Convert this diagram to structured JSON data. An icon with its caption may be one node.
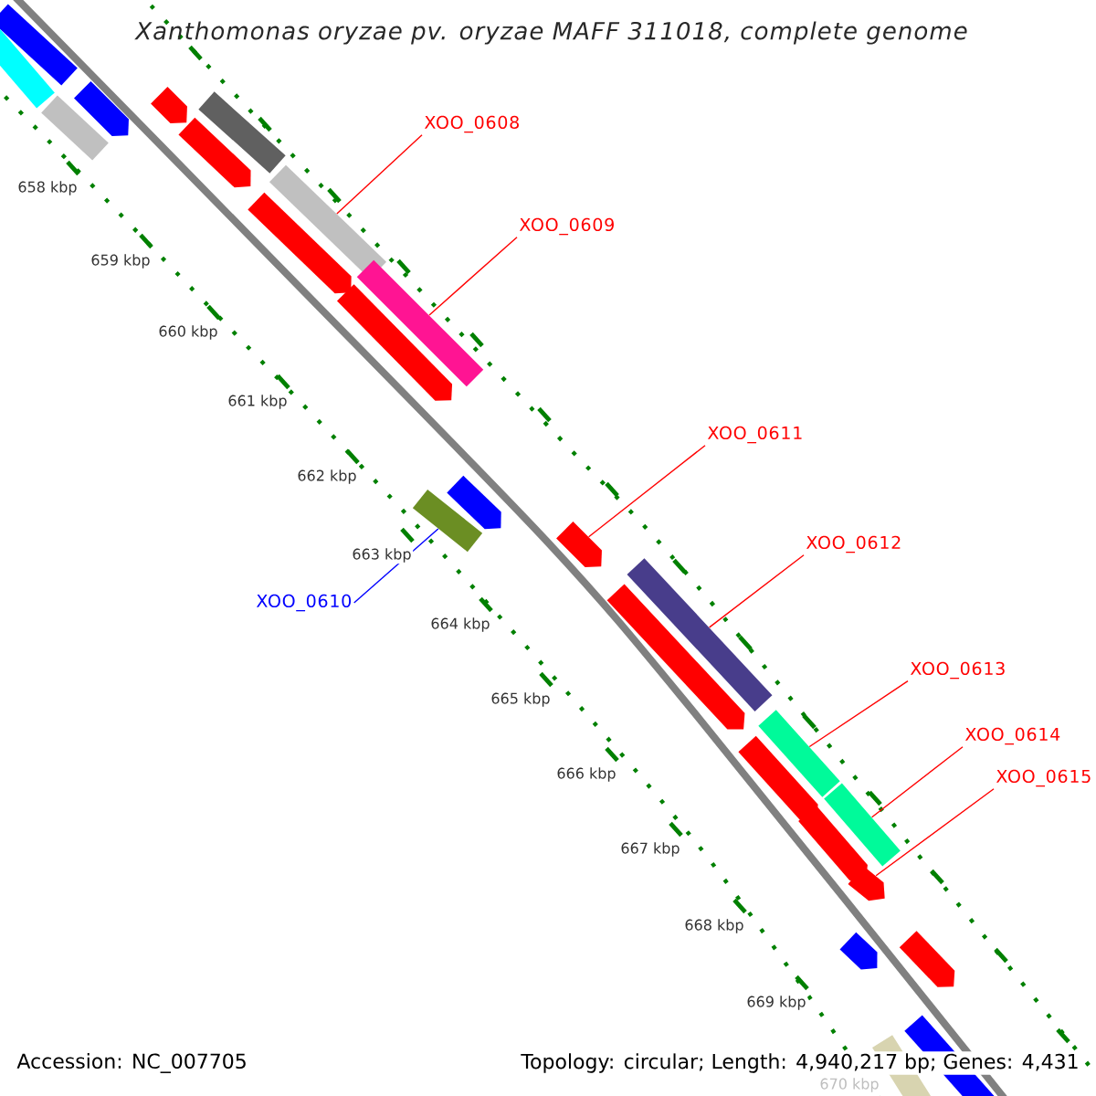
{
  "diagram": {
    "title": "Xanthomonas oryzae pv. oryzae MAFF 311018, complete genome",
    "nodes": [
      {
        "text": [
          "XOO_0608"
        ]
      },
      {
        "text": [
          "XOO_0609"
        ]
      },
      {
        "text": [
          "XOO_0611"
        ]
      },
      {
        "text": [
          "XOO_0612"
        ]
      },
      {
        "text": [
          "XOO_0610"
        ]
      },
      {
        "text": [
          "XOO_0613"
        ]
      },
      {
        "text": [
          "XOO_0614"
        ]
      },
      {
        "text": [
          "XOO_0615"
        ]
      },
      {
        "text": [],
        "shape": "bar"
      },
      {
        "text": [],
        "shape": "bar"
      },
      {
        "text": [],
        "shape": "bar"
      },
      {
        "text": [],
        "shape": "bar"
      },
      {
        "text": [],
        "shape": "bar"
      },
      {
        "text": [],
        "shape": "bar"
      },
      {
        "text": [],
        "shape": "bar"
      },
      {
        "text": [],
        "shape": "bar"
      },
      {
        "text": [],
        "shape": "bar"
      },
      {
        "text": [],
        "shape": "bar"
      },
      {
        "text": [],
        "shape": "bar"
      },
      {
        "text": [],
        "shape": "bar"
      },
      {
        "text": [],
        "shape": "bar"
      },
      {
        "text": [],
        "shape": "bar"
      },
      {
        "text": [],
        "shape": "bar"
      },
      {
        "text": [],
        "shape": "bar"
      },
      {
        "text": [],
        "shape": "bar"
      },
      {
        "text": [],
        "shape": "bar"
      },
      {
        "text": [],
        "shape": "bar"
      },
      {
        "text": [],
        "shape": "bar"
      },
      {
        "text": [],
        "shape": "bar"
      },
      {
        "text": [],
        "shape": "bar"
      },
      {
        "text": [],
        "shape": "bar"
      },
      {
        "text": [],
        "shape": "bar"
      },
      {
        "text": [],
        "shape": "bar"
      }
    ],
    "edges": [
      {
        "from": 0,
        "to": 15,
        "arrow": "none"
      },
      {
        "from": 1,
        "to": 17,
        "arrow": "none"
      },
      {
        "from": 2,
        "to": 21,
        "arrow": "none"
      },
      {
        "from": 3,
        "to": 22,
        "arrow": "none"
      },
      {
        "from": 4,
        "to": 20,
        "arrow": "none",
        "color": "#0000ff"
      },
      {
        "from": 5,
        "to": 24,
        "arrow": "none"
      },
      {
        "from": 6,
        "to": 26,
        "arrow": "none"
      },
      {
        "from": 7,
        "to": 28,
        "arrow": "none"
      }
    ],
    "labels": [
      "658 kbp",
      "659 kbp",
      "660 kbp",
      "661 kbp",
      "662 kbp",
      "663 kbp",
      "664 kbp",
      "665 kbp",
      "666 kbp",
      "667 kbp",
      "668 kbp",
      "669 kbp",
      "670 kbp",
      "Accession: NC_007705",
      "Topology: circular; Length: 4,940,217 bp; Genes: 4,431"
    ]
  }
}
